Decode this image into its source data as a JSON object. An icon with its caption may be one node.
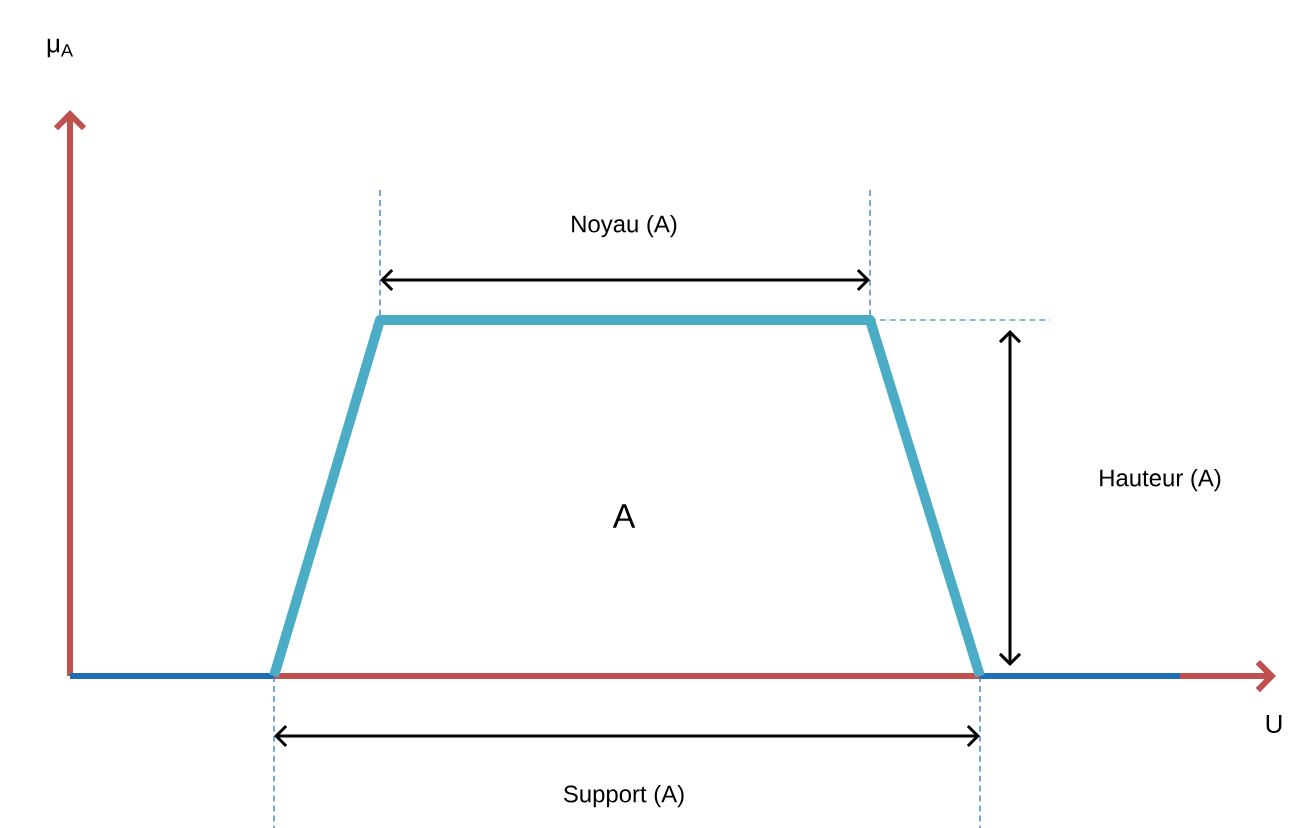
{
  "diagram": {
    "labels": [
      "μ$_{A}$",
      "Noyau (A)",
      "Hauteur (A)",
      "A",
      "U",
      "Support (A)"
    ]
  }
}
